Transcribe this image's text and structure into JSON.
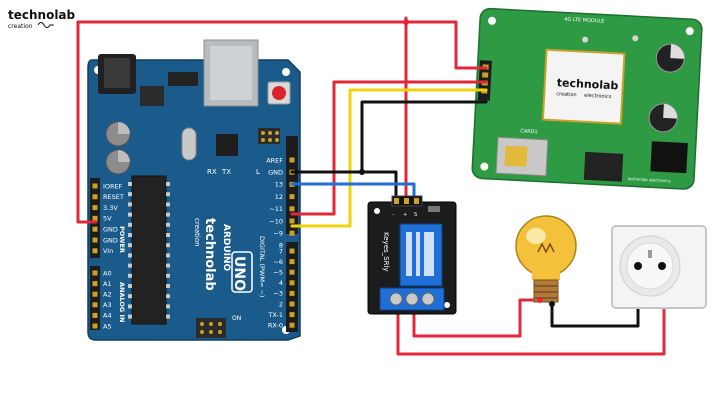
{
  "brand": {
    "name": "technolab",
    "tagline": "creation"
  },
  "arduino": {
    "brand": "technolab",
    "sub": "creation",
    "model_logo": "ARDUINO",
    "model": "UNO",
    "header_top": [
      "AREF",
      "GND",
      "13",
      "12",
      "~11",
      "~10",
      "~9",
      "8"
    ],
    "header_bottom": [
      "7",
      "~6",
      "~5",
      "4",
      "~3",
      "2",
      "TX-1",
      "RX-0"
    ],
    "digital_label": "DIGITAL (PWM= ~)",
    "power_pins": [
      "IOREF",
      "RESET",
      "3.3V",
      "5V",
      "GND",
      "GND",
      "Vin"
    ],
    "power_label": "POWER",
    "analog_pins": [
      "A0",
      "A1",
      "A2",
      "A3",
      "A4",
      "A5"
    ],
    "analog_label": "ANALOG IN",
    "tx_label": "TX",
    "rx_label": "RX",
    "l_label": "L",
    "on_label": "ON"
  },
  "lte_module": {
    "title": "4G LTE MODULE",
    "brand": "technolab",
    "brand_sub": "creation",
    "brand_sub2": "electronics",
    "card_label": "CARD1",
    "footer": "technolab electronics"
  },
  "relay": {
    "label": "Keyes_SRly",
    "pins": [
      "S",
      "+",
      "-"
    ]
  },
  "colors": {
    "arduino_board": "#1a5b8c",
    "lte_board": "#2e9a44",
    "wire_red": "#e0283a",
    "wire_yellow": "#f0d20a",
    "wire_blue": "#1f6fd6",
    "wire_black": "#111111"
  }
}
